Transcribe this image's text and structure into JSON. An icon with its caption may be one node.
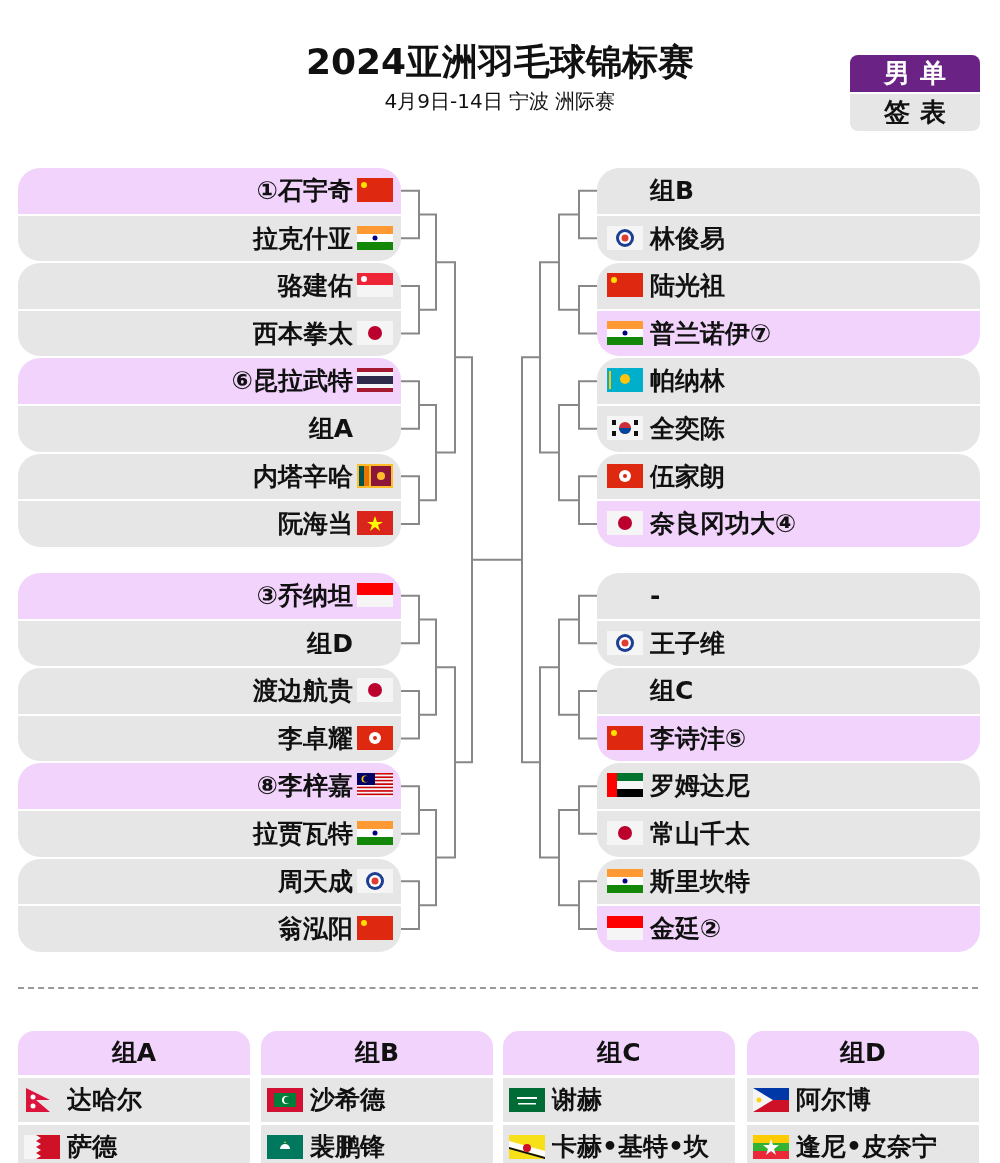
{
  "diagram": {
    "title": "2024亚洲羽毛球锦标赛",
    "labels": [
      "4月9日-14日 宁波 洲际赛"
    ],
    "nodes": [
      {
        "text": [
          "男 单",
          "签 表"
        ]
      },
      {
        "text": [
          "①石宇奇"
        ]
      },
      {
        "text": [
          "拉克什亚"
        ]
      },
      {
        "text": [
          "骆建佑"
        ]
      },
      {
        "text": [
          "西本拳太"
        ]
      },
      {
        "text": [
          "⑥昆拉武特"
        ]
      },
      {
        "text": [
          "组A"
        ]
      },
      {
        "text": [
          "内塔辛哈"
        ]
      },
      {
        "text": [
          "阮海当"
        ]
      },
      {
        "text": [
          "③乔纳坦"
        ]
      },
      {
        "text": [
          "组D"
        ]
      },
      {
        "text": [
          "渡边航贵"
        ]
      },
      {
        "text": [
          "李卓耀"
        ]
      },
      {
        "text": [
          "⑧李梓嘉"
        ]
      },
      {
        "text": [
          "拉贾瓦特"
        ]
      },
      {
        "text": [
          "周天成"
        ]
      },
      {
        "text": [
          "翁泓阳"
        ]
      },
      {
        "text": [
          "组B"
        ]
      },
      {
        "text": [
          "林俊易"
        ]
      },
      {
        "text": [
          "陆光祖"
        ]
      },
      {
        "text": [
          "普兰诺伊⑦"
        ]
      },
      {
        "text": [
          "帕纳林"
        ]
      },
      {
        "text": [
          "全奕陈"
        ]
      },
      {
        "text": [
          "伍家朗"
        ]
      },
      {
        "text": [
          "奈良冈功大④"
        ]
      },
      {
        "text": [
          "-"
        ]
      },
      {
        "text": [
          "王子维"
        ]
      },
      {
        "text": [
          "组C"
        ]
      },
      {
        "text": [
          "李诗沣⑤"
        ]
      },
      {
        "text": [
          "罗姆达尼"
        ]
      },
      {
        "text": [
          "常山千太"
        ]
      },
      {
        "text": [
          "斯里坎特"
        ]
      },
      {
        "text": [
          "金廷②"
        ]
      },
      {
        "text": [
          "组A"
        ]
      },
      {
        "text": [
          "达哈尔"
        ]
      },
      {
        "text": [
          "萨德"
        ]
      },
      {
        "text": [
          "组B"
        ]
      },
      {
        "text": [
          "沙希德"
        ]
      },
      {
        "text": [
          "裴鹏锋"
        ]
      },
      {
        "text": [
          "组C"
        ]
      },
      {
        "text": [
          "谢赫"
        ]
      },
      {
        "text": [
          "卡赫•基特•坎"
        ]
      },
      {
        "text": [
          "组D"
        ]
      },
      {
        "text": [
          "阿尔博"
        ]
      },
      {
        "text": [
          "逢尼•皮奈宁"
        ]
      }
    ]
  }
}
